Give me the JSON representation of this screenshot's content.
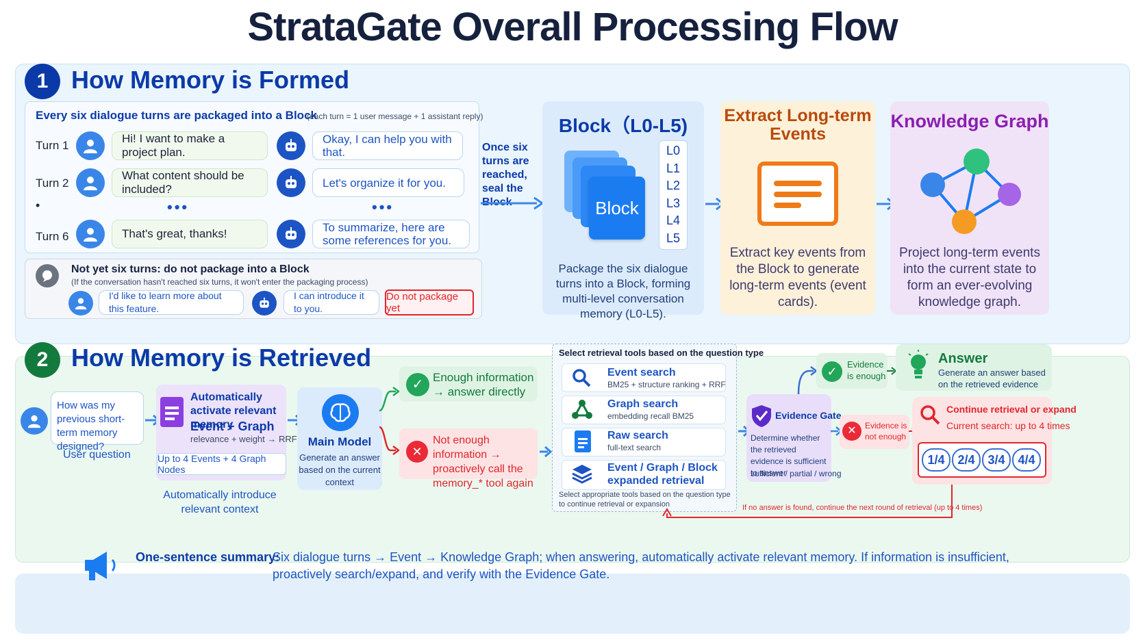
{
  "title": "StrataGate Overall Processing Flow",
  "section1": {
    "number": "1",
    "heading": "How Memory is Formed",
    "packaging": {
      "title": "Every six dialogue turns are packaged into a Block",
      "note": "(each turn = 1 user message + 1 assistant reply)",
      "turns": [
        {
          "label": "Turn 1",
          "user": "Hi! I want to make a project plan.",
          "assistant": "Okay, I can help you with that."
        },
        {
          "label": "Turn 2",
          "user": "What content should be included?",
          "assistant": "Let's organize it for you."
        },
        {
          "label": "Turn 6",
          "user": "That's great, thanks!",
          "assistant": "To summarize, here are some references for you."
        }
      ],
      "ellipsis_left": "•",
      "ellipsis": "•••"
    },
    "not_six": {
      "title": "Not yet six turns: do not package into a Block",
      "note": "(If the conversation hasn't reached six turns, it won't enter the packaging process)",
      "user": "I'd like to learn more about this feature.",
      "assistant": "I can introduce it to you.",
      "badge": "Do not package yet"
    },
    "seal_text": "Once six turns are reached, seal the Block",
    "block": {
      "title": "Block（L0-L5)",
      "label": "Block",
      "levels": [
        "L0",
        "L1",
        "L2",
        "L3",
        "L4",
        "L5"
      ],
      "desc": "Package the six dialogue turns into a Block, forming multi-level conversation memory (L0-L5)."
    },
    "extract": {
      "title": "Extract Long-term Events",
      "desc": "Extract key events from the Block to generate long-term events (event cards)."
    },
    "graph": {
      "title": "Knowledge Graph",
      "desc": "Project long-term events into the current state to form an ever-evolving knowledge graph."
    }
  },
  "section2": {
    "number": "2",
    "heading": "How Memory is Retrieved",
    "question": {
      "text": "How was my previous short-term memory designed?",
      "label": "User question"
    },
    "activate": {
      "title": "Automatically activate relevant memory",
      "subtitle": "Event + Graph",
      "formula": "relevance + weight → RRF",
      "limit": "Up to 4 Events + 4 Graph Nodes",
      "caption": "Automatically introduce relevant context"
    },
    "main_model": {
      "title": "Main Model",
      "desc": "Generate an answer based on the current context"
    },
    "enough": "Enough information → answer directly",
    "not_enough": "Not enough information → proactively call the memory_* tool again",
    "tools": {
      "header": "Select retrieval tools based on the question type",
      "items": [
        {
          "title": "Event search",
          "sub": "BM25 + structure ranking + RRF"
        },
        {
          "title": "Graph search",
          "sub": "embedding recall BM25"
        },
        {
          "title": "Raw search",
          "sub": "full-text search"
        },
        {
          "title": "Event / Graph / Block expanded retrieval",
          "sub": ""
        }
      ],
      "footer": "Select appropriate tools based on the question type to continue retrieval or expansion"
    },
    "gate": {
      "title": "Evidence Gate",
      "desc": "Determine whether the retrieved evidence is sufficient to answer",
      "options": "sufficient / partial / wrong"
    },
    "evidence_enough": "Evidence is enough",
    "evidence_not_enough": "Evidence is not enough",
    "answer": {
      "title": "Answer",
      "desc": "Generate an answer based on the retrieved evidence"
    },
    "continue": {
      "title": "Continue retrieval or expand",
      "sub": "Current search: up to 4 times",
      "rounds": [
        "1/4",
        "2/4",
        "3/4",
        "4/4"
      ]
    },
    "loop_note": "If no answer is found, continue the next round of retrieval (up to 4 times)"
  },
  "summary": {
    "label": "One-sentence summary:",
    "line1": "Six dialogue turns → Event → Knowledge Graph;  when answering,  automatically activate relevant memory. If information is insufficient,",
    "line2": "proactively search/expand,  and verify with the Evidence Gate."
  },
  "colors": {
    "primary_blue": "#1d54c4",
    "dark_navy": "#16213e",
    "block_blue": "#1b7cf2",
    "extract_orange": "#f07a18",
    "graph_purple": "#8b1fb0",
    "green": "#21a65a",
    "red": "#e0262c"
  }
}
